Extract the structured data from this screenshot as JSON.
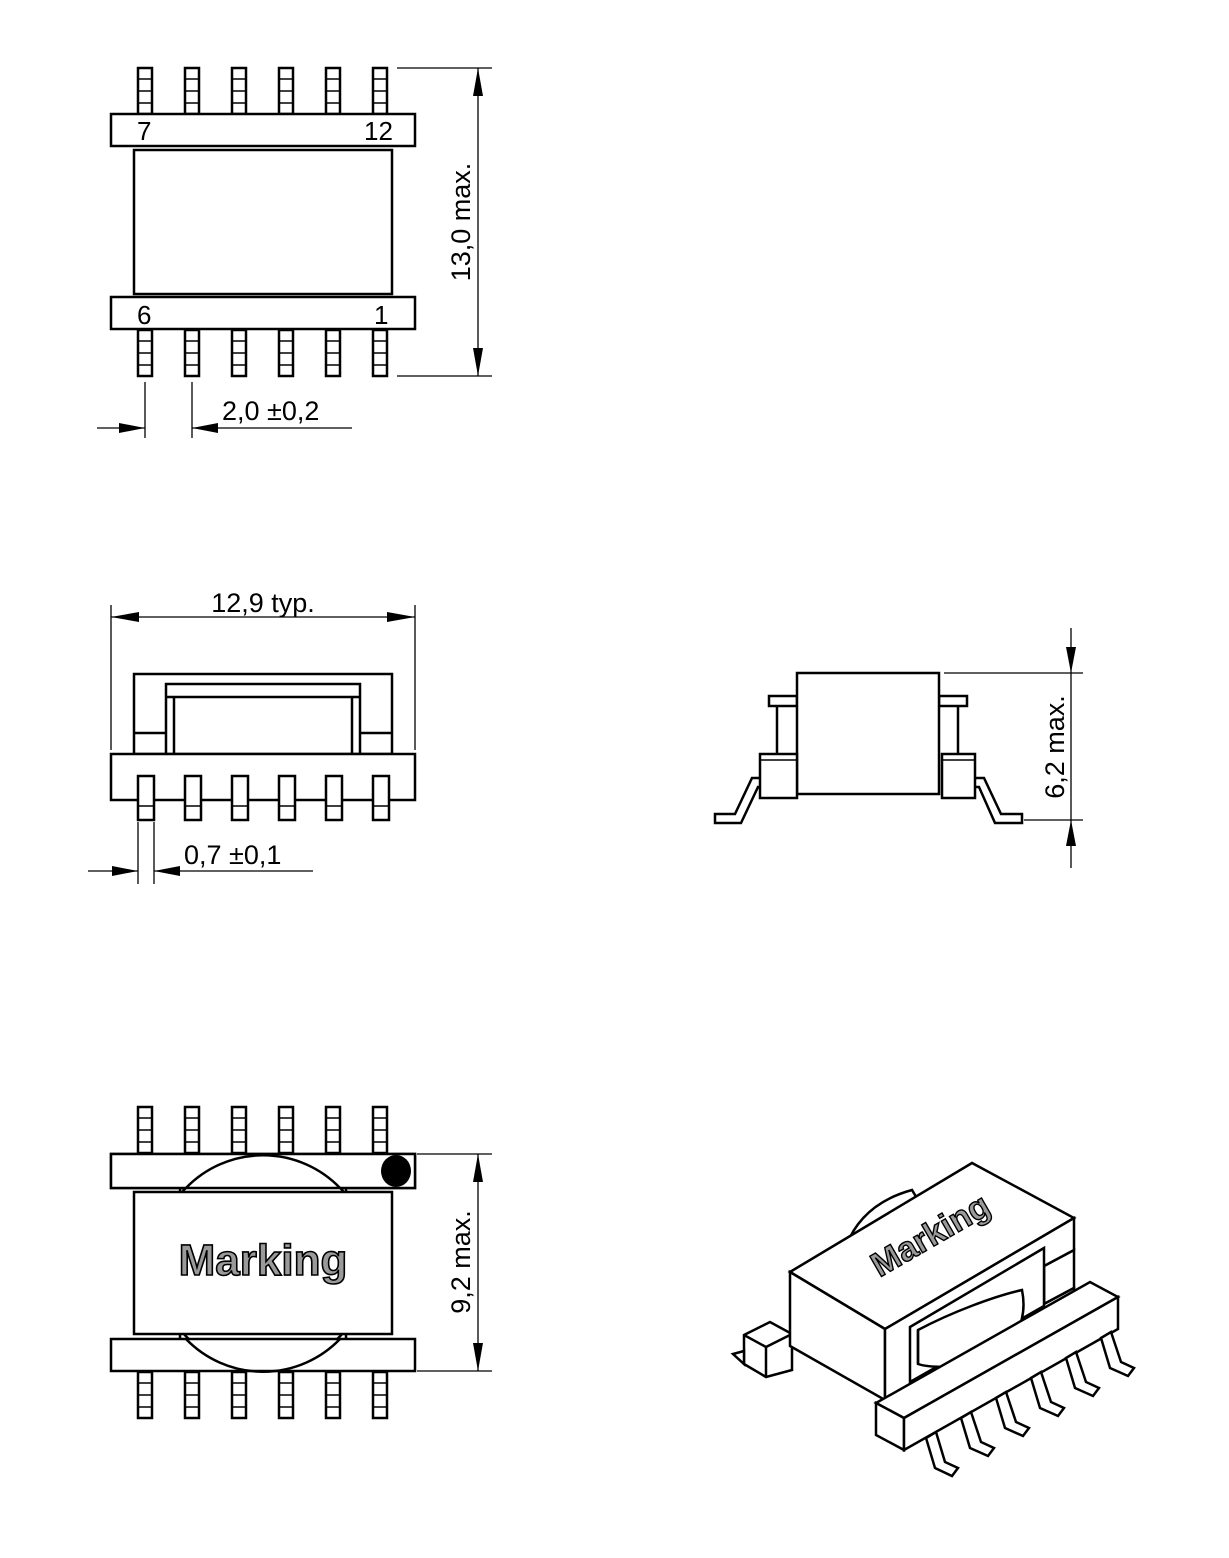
{
  "top_view": {
    "pin_labels": {
      "top_left": "7",
      "top_right": "12",
      "bottom_left": "6",
      "bottom_right": "1"
    },
    "dim_height": "13,0  max.",
    "dim_pitch": "2,0  ±0,2"
  },
  "front_view": {
    "dim_width": "12,9  typ.",
    "dim_pin_width": "0,7  ±0,1"
  },
  "side_view": {
    "dim_height": "6,2  max."
  },
  "bottom_view": {
    "marking_text": "Marking",
    "dim_height": "9,2  max."
  },
  "iso_view": {
    "marking_text": "Marking"
  }
}
